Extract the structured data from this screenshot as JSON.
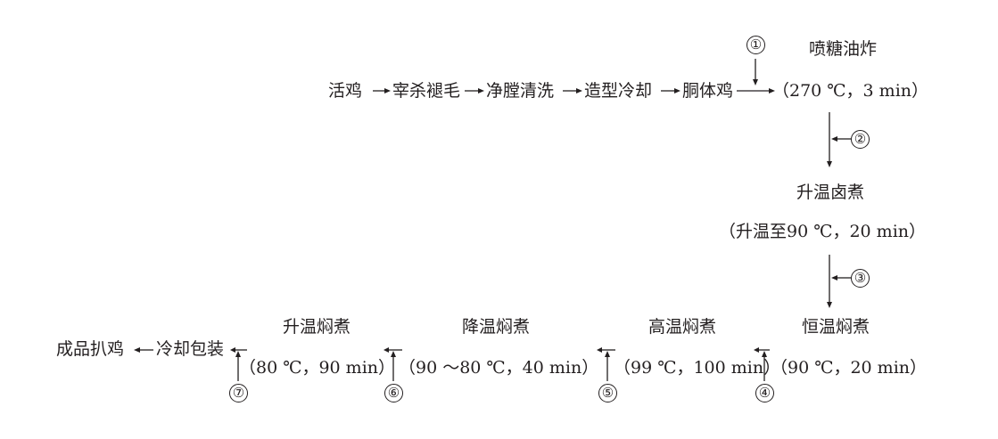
{
  "row1": {
    "steps": [
      "活鸡",
      "宰杀褪毛",
      "净膛清洗",
      "造型冷却",
      "胴体鸡"
    ]
  },
  "fry": {
    "title": "喷糖油炸",
    "condition": "（270 ℃，3 min）"
  },
  "stew1": {
    "title": "升温卤煮",
    "condition": "（升温至90 ℃，20 min）"
  },
  "stages": [
    {
      "title": "恒温焖煮",
      "condition": "（90 ℃，20 min）"
    },
    {
      "title": "高温焖煮",
      "condition": "（99 ℃，100 min）"
    },
    {
      "title": "降温焖煮",
      "condition": "（90 ～80 ℃，40 min）"
    },
    {
      "title": "升温焖煮",
      "condition": "（80 ℃，90 min）"
    }
  ],
  "final": {
    "packaging": "冷却包装",
    "product": "成品扒鸡"
  },
  "markers": [
    "①",
    "②",
    "③",
    "④",
    "⑤",
    "⑥",
    "⑦"
  ]
}
